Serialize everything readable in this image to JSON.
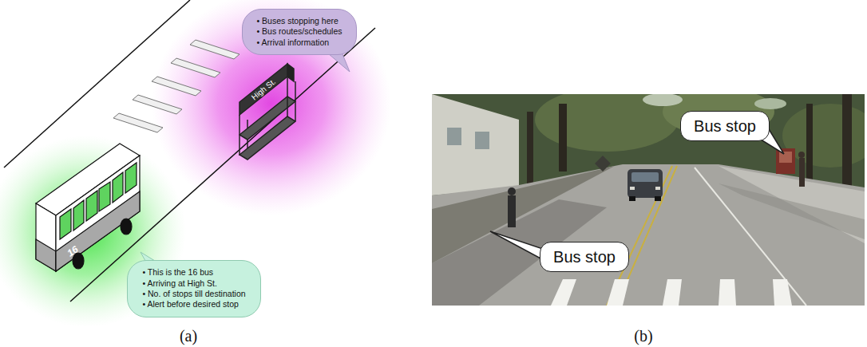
{
  "diagram": {
    "nodes": [
      {
        "text": [
          "• Buses stopping here",
          "• Bus routes/schedules",
          "• Arrival information"
        ]
      },
      {
        "text": [
          "• This is the 16 bus",
          "• Arriving at High St.",
          "• No. of stops till destination",
          "• Alert before desired stop"
        ]
      },
      {
        "text": [
          "Bus stop"
        ]
      },
      {
        "text": [
          "Bus stop"
        ]
      }
    ],
    "labels": [
      "High St.",
      "16",
      "(a)",
      "(b)"
    ]
  }
}
